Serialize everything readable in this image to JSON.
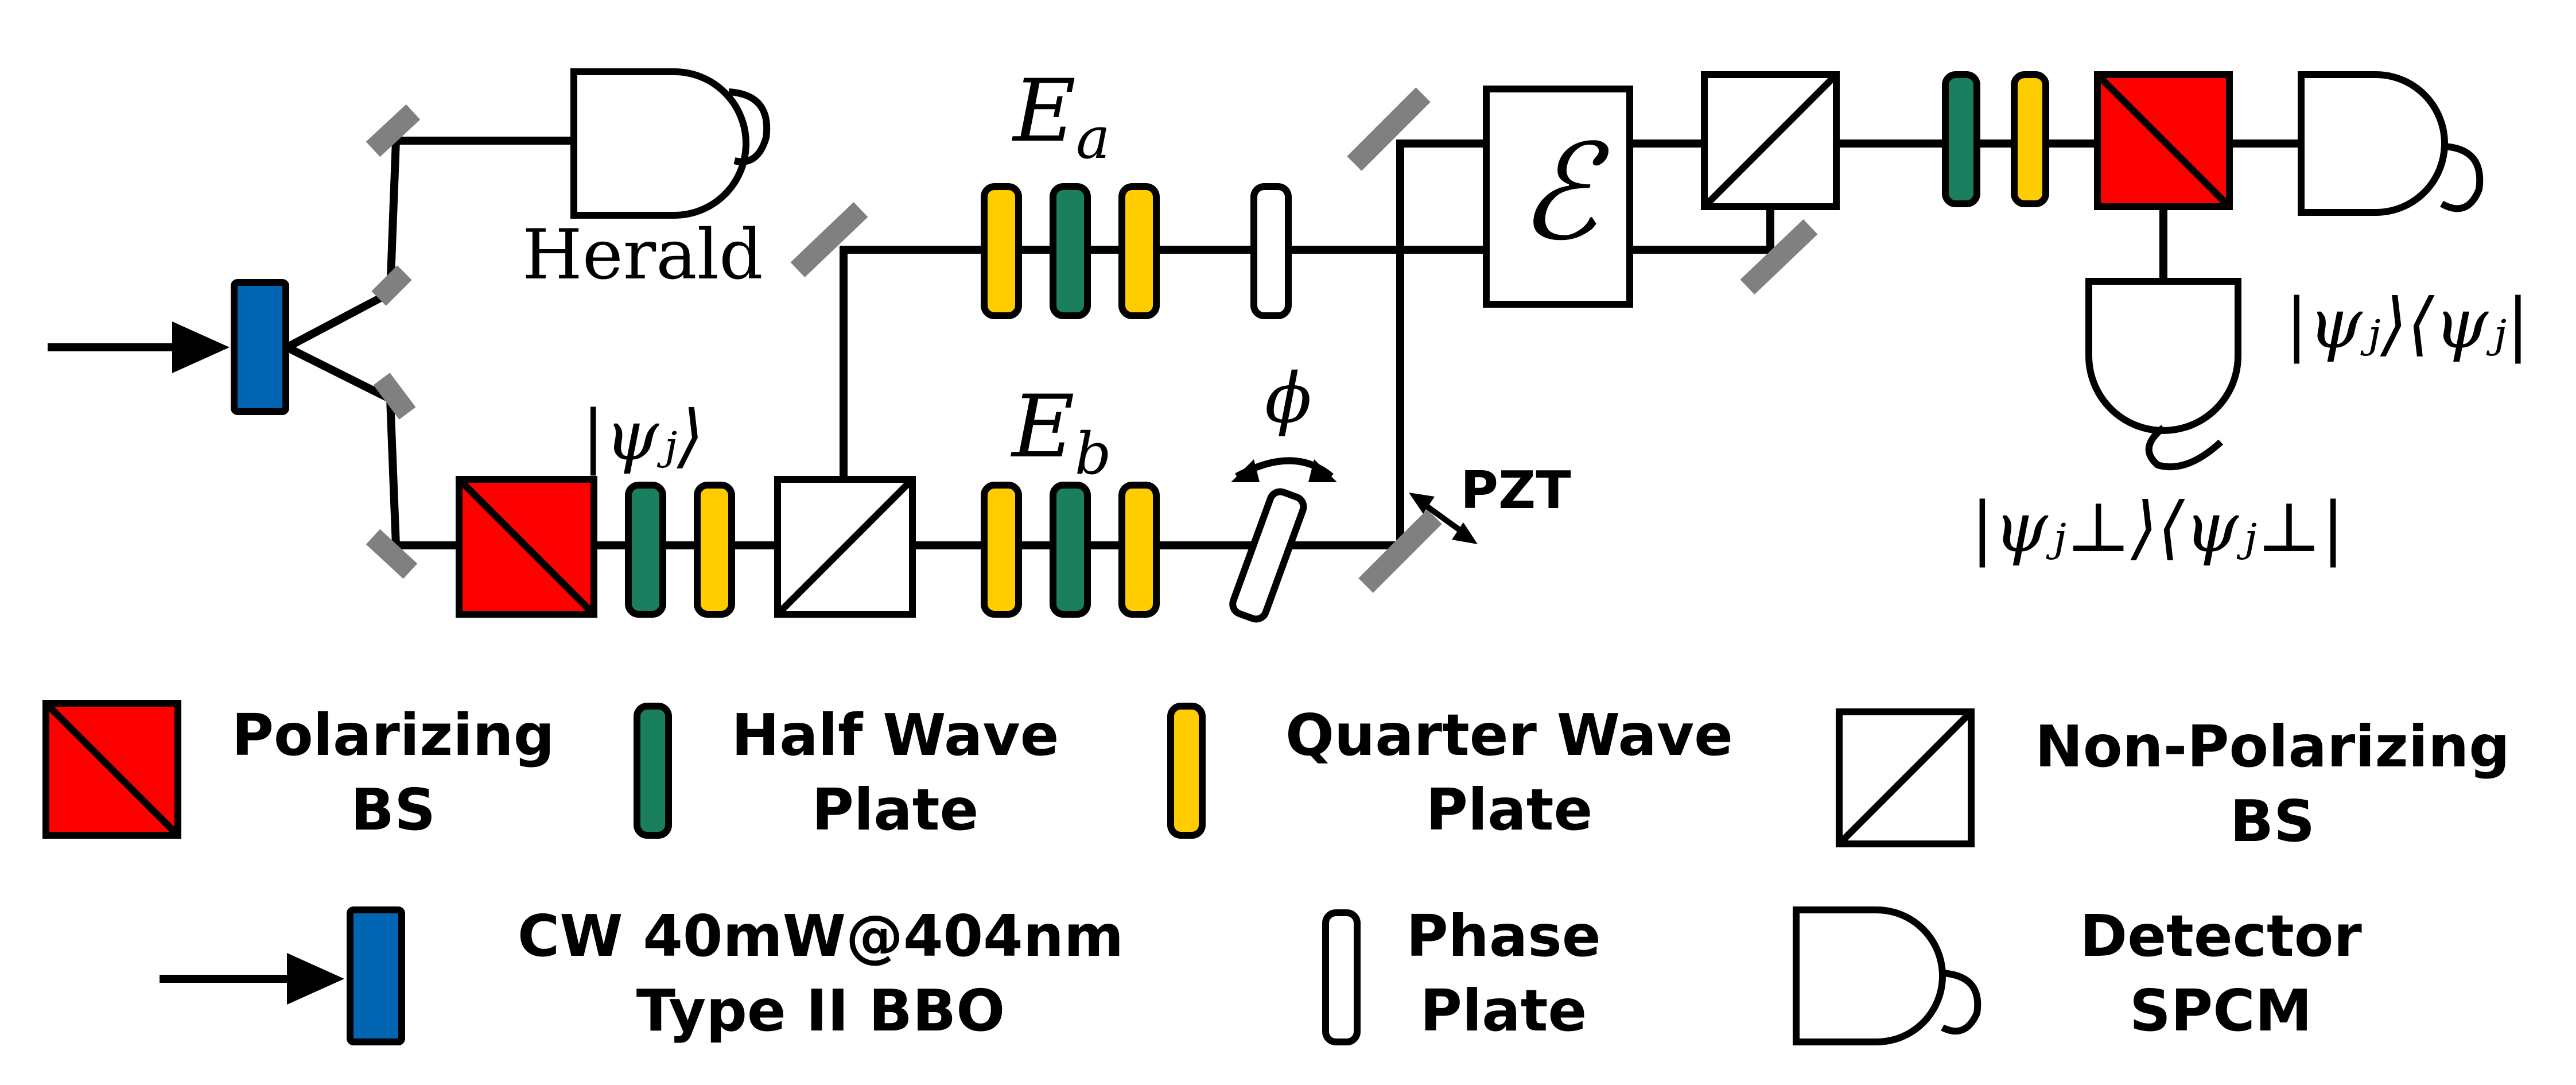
{
  "colors": {
    "polarizing_bs": "#ff0000",
    "half_wave_plate": "#1a7f5e",
    "quarter_wave_plate": "#ffcc00",
    "bbo_crystal": "#0066b3",
    "mirror": "#808080",
    "line": "#000000",
    "background": "#ffffff"
  },
  "labels": {
    "herald": "Herald",
    "ea": "E",
    "ea_sub": "a",
    "eb": "E",
    "eb_sub": "b",
    "phi": "ϕ",
    "pzt": "PZT",
    "channel": "ℰ",
    "psi_j_ket": "|ψⱼ⟩",
    "projector": "|ψⱼ⟩⟨ψⱼ|",
    "projector_perp": "|ψⱼ⊥⟩⟨ψⱼ⊥|"
  },
  "legend": {
    "polarizing_bs": [
      "Polarizing",
      "BS"
    ],
    "half_wave_plate": [
      "Half Wave",
      "Plate"
    ],
    "quarter_wave_plate": [
      "Quarter Wave",
      "Plate"
    ],
    "non_polarizing_bs": [
      "Non-Polarizing",
      "BS"
    ],
    "source": [
      "CW 40mW@404nm",
      "Type II BBO"
    ],
    "phase_plate": [
      "Phase",
      "Plate"
    ],
    "detector": [
      "Detector",
      "SPCM"
    ]
  },
  "icons": {
    "mirror": "mirror-icon",
    "pbs": "polarizing-beam-splitter-icon",
    "npbs": "non-polarizing-beam-splitter-icon",
    "hwp": "half-wave-plate-icon",
    "qwp": "quarter-wave-plate-icon",
    "phase": "phase-plate-icon",
    "detector": "detector-icon",
    "bbo": "bbo-crystal-icon"
  }
}
